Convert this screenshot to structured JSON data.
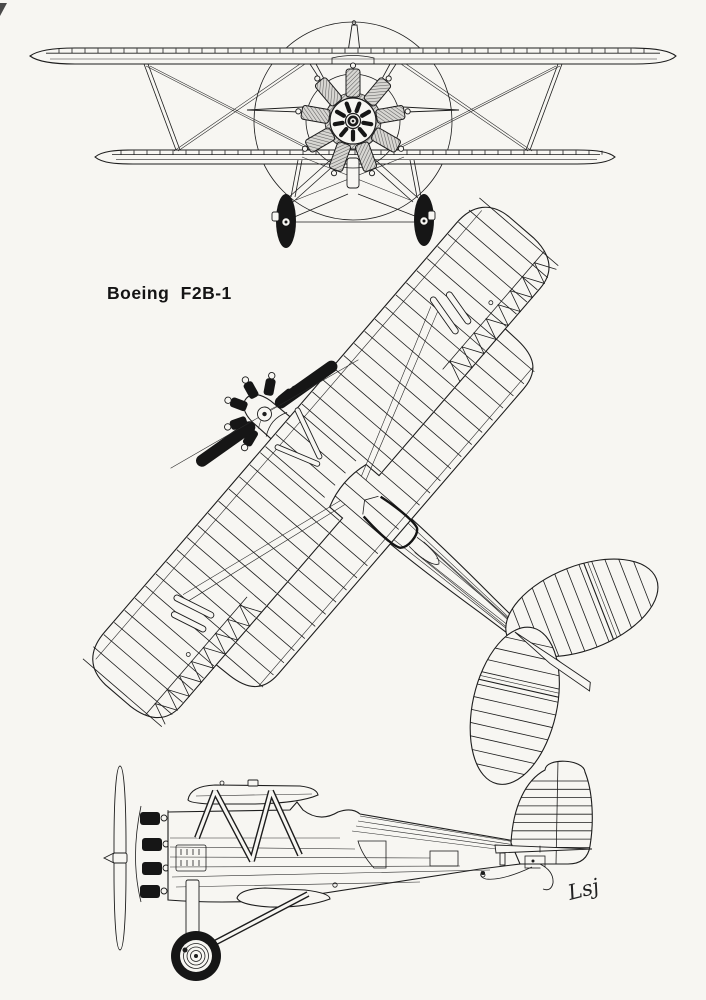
{
  "document": {
    "title": "Boeing F2B-1",
    "signature": "Lsj",
    "paper_color": "#f7f6f2",
    "ink_color": "#1d1d1d",
    "figure_type": "three-view aircraft line drawing",
    "views": {
      "front": "front view with radial engine and propeller disc",
      "top": "plan view rotated diagonally, nose to lower-left",
      "side": "left side profile view"
    }
  }
}
